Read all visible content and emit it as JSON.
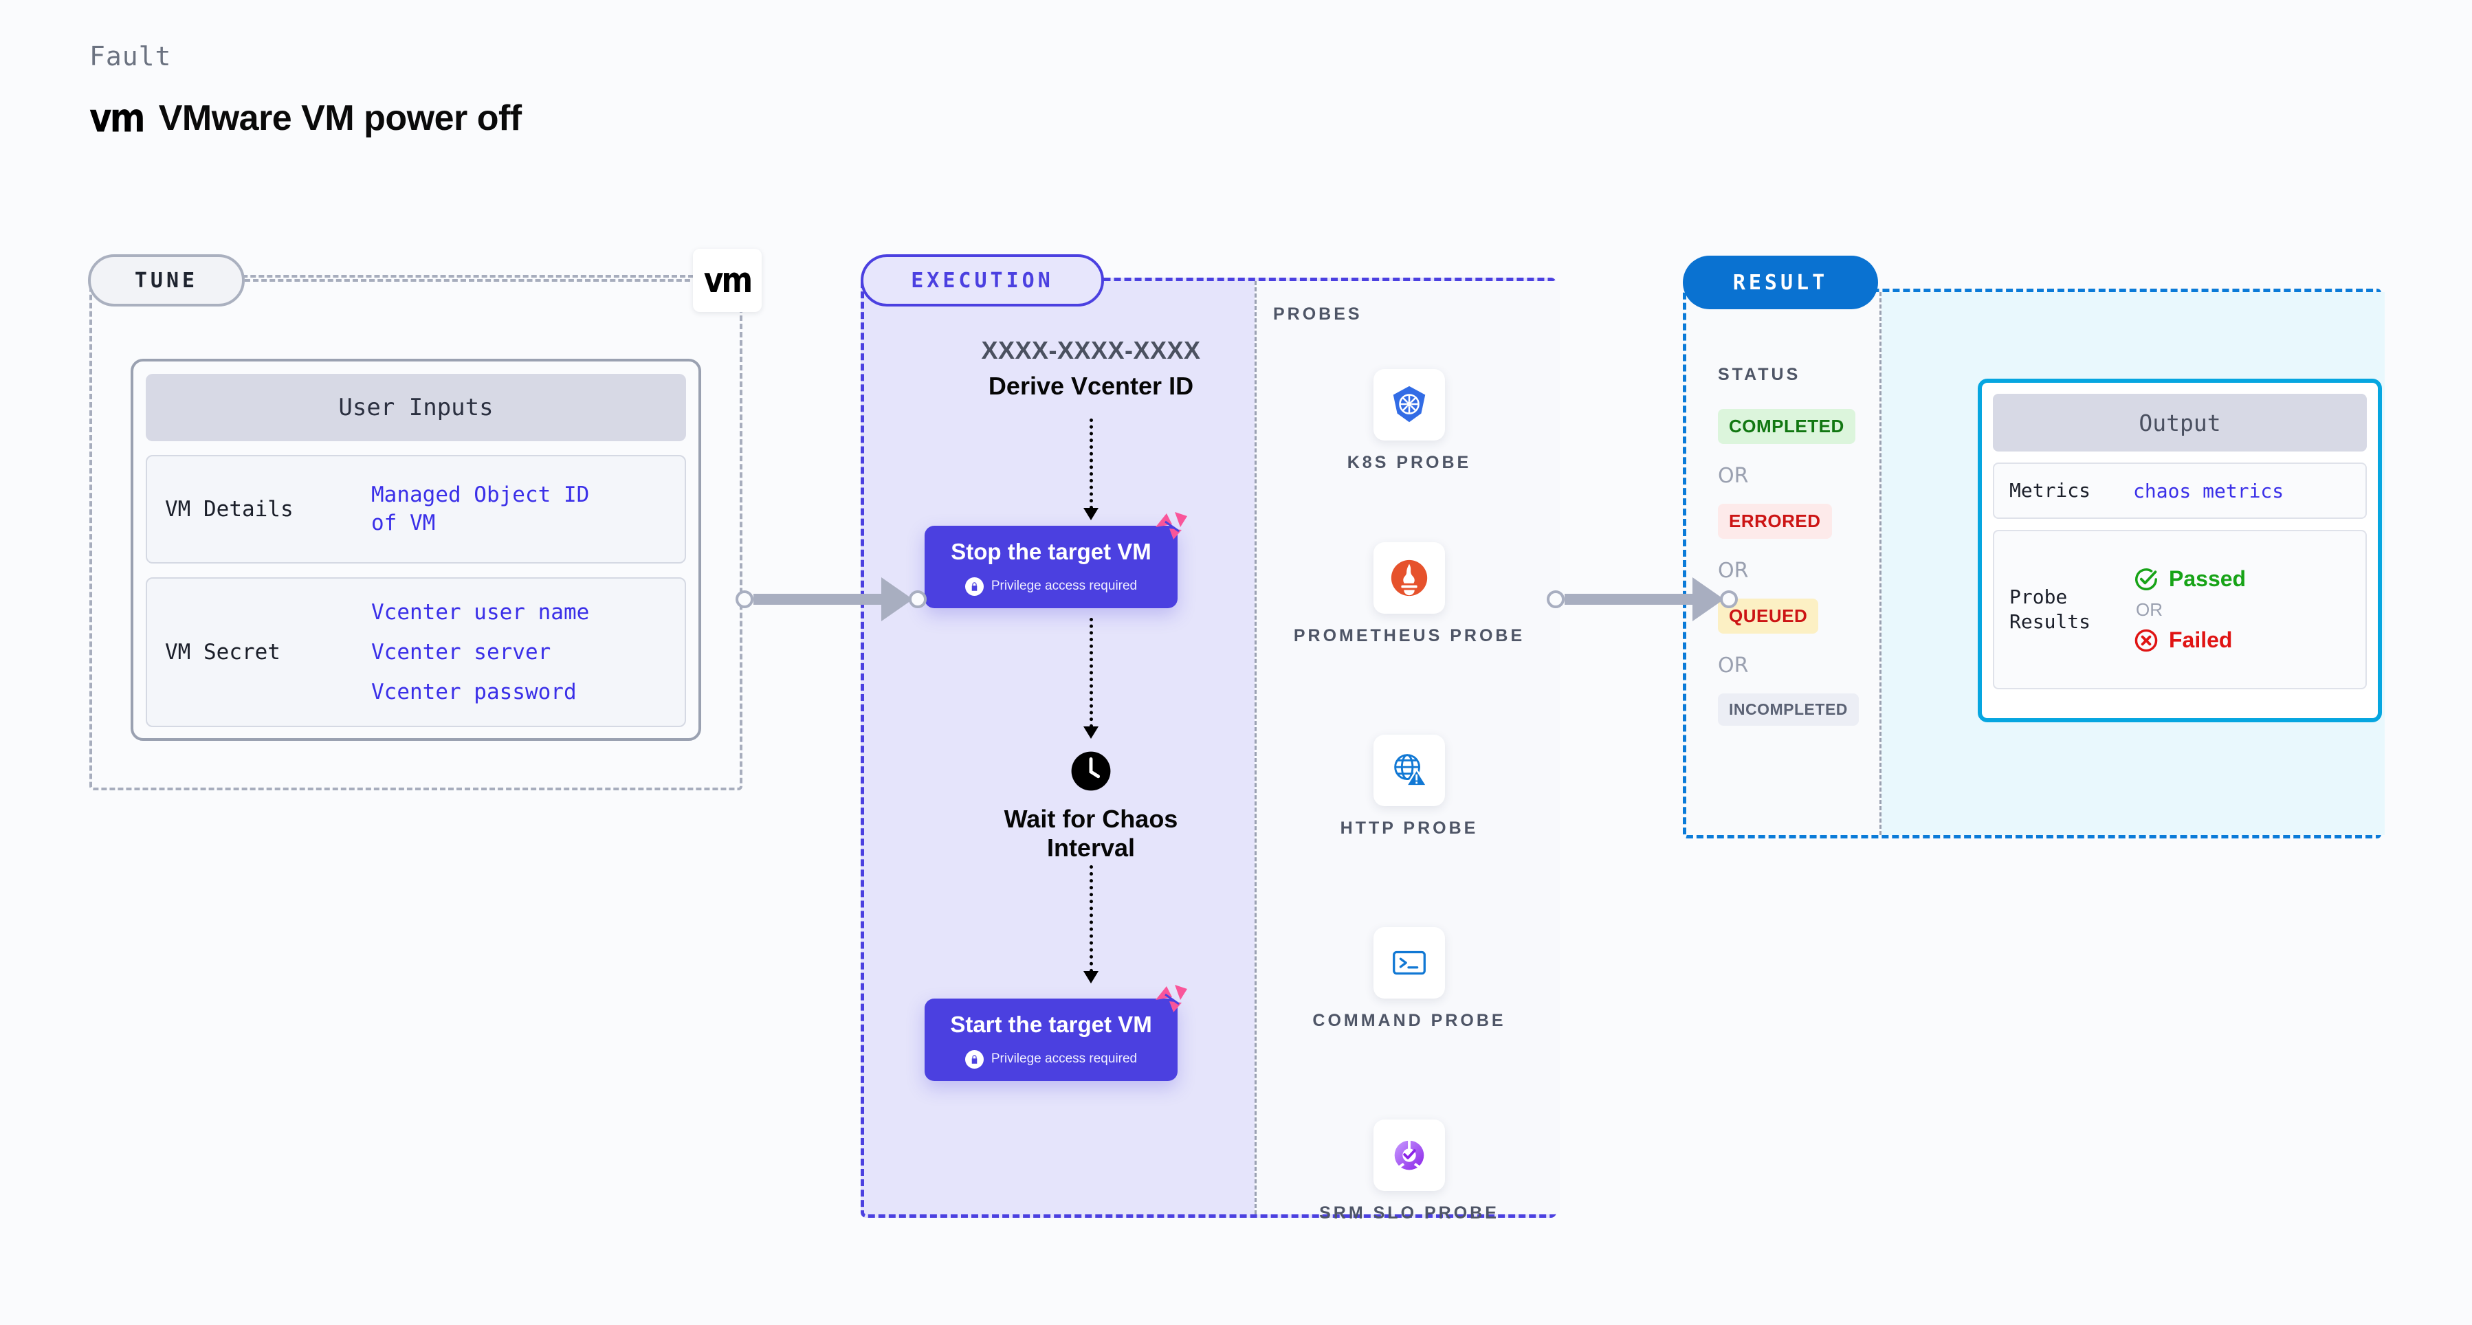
{
  "header": {
    "eyebrow": "Fault",
    "logo": "vm",
    "title": "VMware VM power off"
  },
  "tune": {
    "pill_label": "TUNE",
    "badge_logo": "vm",
    "card_title": "User Inputs",
    "rows": [
      {
        "label": "VM Details",
        "values": [
          "Managed Object ID",
          "of VM"
        ]
      },
      {
        "label": "VM Secret",
        "values": [
          "Vcenter user name",
          "Vcenter server",
          "Vcenter password"
        ]
      }
    ]
  },
  "execution": {
    "pill_label": "EXECUTION",
    "derive": {
      "code": "XXXX-XXXX-XXXX",
      "label": "Derive Vcenter ID"
    },
    "stop_node": {
      "title": "Stop the target VM",
      "subtitle": "Privilege access required"
    },
    "wait_node": {
      "label_line1": "Wait for Chaos",
      "label_line2": "Interval"
    },
    "start_node": {
      "title": "Start the target VM",
      "subtitle": "Privilege access required"
    }
  },
  "probes": {
    "title": "PROBES",
    "items": [
      {
        "label": "K8S PROBE",
        "icon": "kubernetes-icon"
      },
      {
        "label": "PROMETHEUS PROBE",
        "icon": "prometheus-icon"
      },
      {
        "label": "HTTP PROBE",
        "icon": "http-globe-warning-icon"
      },
      {
        "label": "COMMAND PROBE",
        "icon": "terminal-icon"
      },
      {
        "label": "SRM SLO PROBE",
        "icon": "srm-slo-donut-icon"
      }
    ]
  },
  "result": {
    "pill_label": "RESULT",
    "status_title": "STATUS",
    "or_label": "OR",
    "statuses": [
      {
        "label": "COMPLETED",
        "bg": "#dcf5dc",
        "fg": "#117711"
      },
      {
        "label": "ERRORED",
        "bg": "#fdeaea",
        "fg": "#cc1414"
      },
      {
        "label": "QUEUED",
        "bg": "#fcf0c4",
        "fg": "#cc1414"
      },
      {
        "label": "INCOMPLETED",
        "bg": "#eceef5",
        "fg": "#5b6274"
      }
    ],
    "output": {
      "title": "Output",
      "metrics_label": "Metrics",
      "metrics_value": "chaos metrics",
      "probe_results_label_line1": "Probe",
      "probe_results_label_line2": "Results",
      "passed_label": "Passed",
      "failed_label": "Failed",
      "or_label": "OR"
    }
  },
  "colors": {
    "execution_accent": "#4b40e0",
    "result_accent": "#0a72d1",
    "output_accent": "#06a6e0",
    "tune_accent": "#a7adbd",
    "link_blue": "#3a2fe8",
    "litmus_pink": "#f9559a"
  }
}
